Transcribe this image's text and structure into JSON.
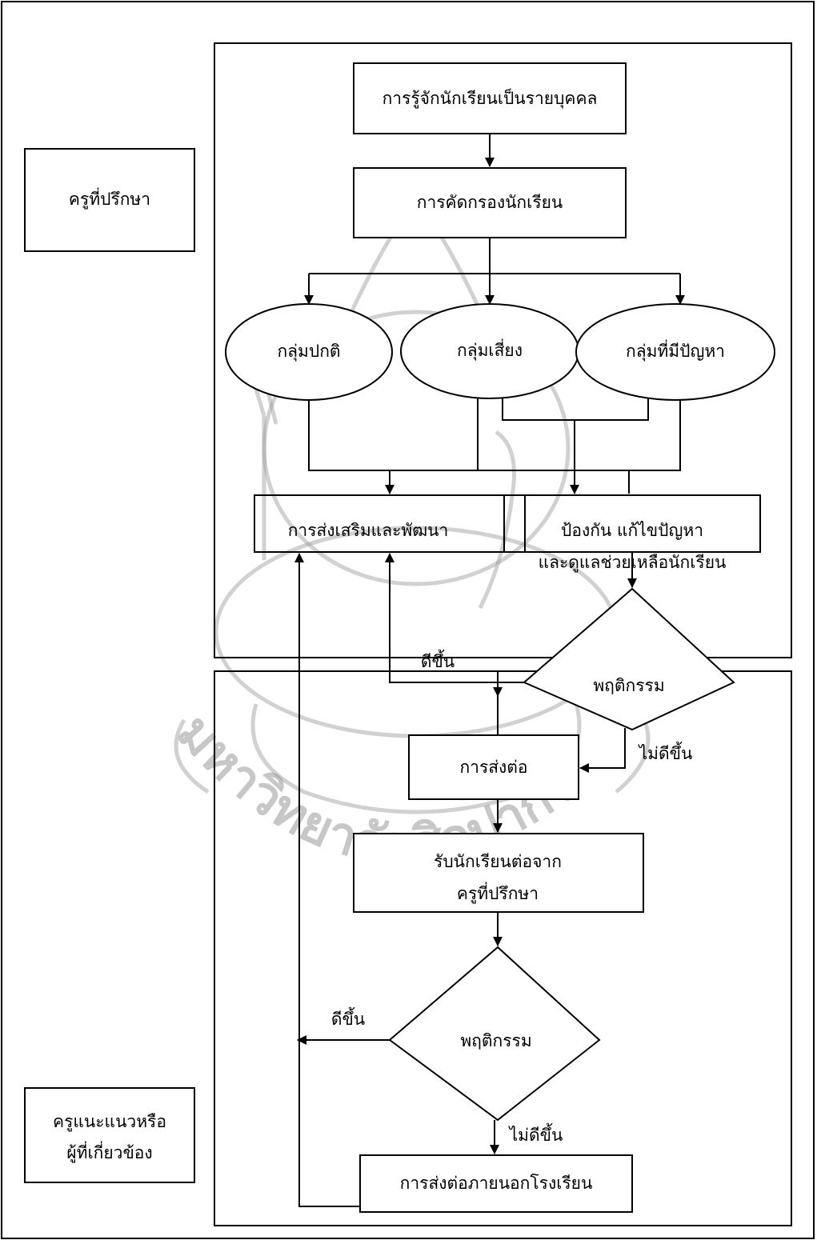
{
  "roles": {
    "advisor": "ครูที่ปรึกษา",
    "counselor_line1": "ครูแนะแนวหรือ",
    "counselor_line2": "ผู้ที่เกี่ยวข้อง"
  },
  "steps": {
    "know_student": "การรู้จักนักเรียนเป็นรายบุคคล",
    "screening": "การคัดกรองนักเรียน",
    "promote": "การส่งเสริมและพัฒนา",
    "prevent_line1": "ป้องกัน แก้ไขปัญหา",
    "prevent_line2": "และดูแลช่วยเหลือนักเรียน",
    "referral": "การส่งต่อ",
    "receive_line1": "รับนักเรียนต่อจาก",
    "receive_line2": "ครูที่ปรึกษา",
    "external_referral": "การส่งต่อภายนอกโรงเรียน"
  },
  "groups": {
    "normal": "กลุ่มปกติ",
    "risk": "กลุ่มเสี่ยง",
    "problem": "กลุ่มที่มีปัญหา"
  },
  "decisions": {
    "behavior_1": "พฤติกรรม",
    "behavior_2": "พฤติกรรม"
  },
  "edge_labels": {
    "better_1": "ดีขึ้น",
    "not_better_1": "ไม่ดีขึ้น",
    "better_2": "ดีขึ้น",
    "not_better_2": "ไม่ดีขึ้น"
  },
  "watermark": {
    "seal_text": "มหาวิทยาลัยศิลปากร"
  }
}
